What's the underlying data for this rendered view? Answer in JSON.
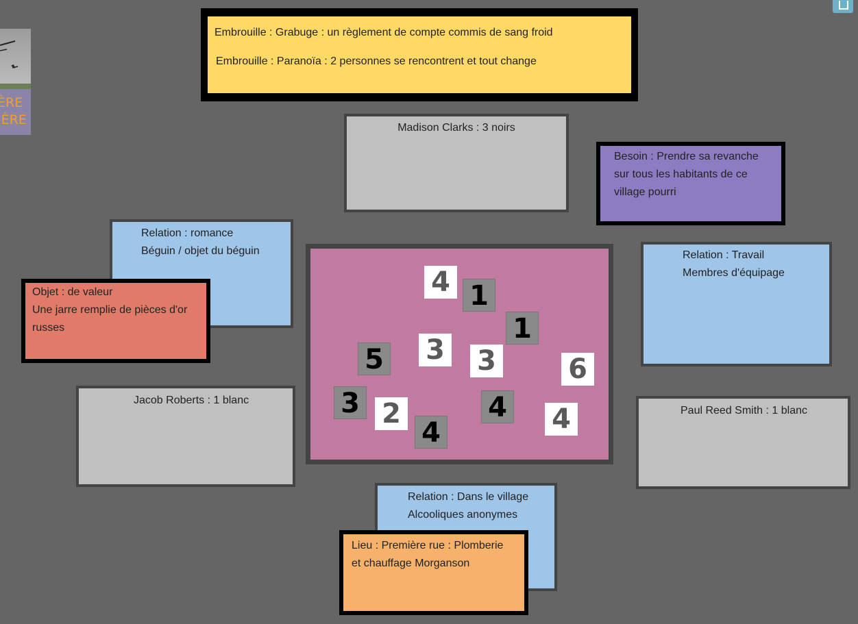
{
  "thumbnail": {
    "text_line1": "ÈRE",
    "text_line2": "IÈRE"
  },
  "embrouilles": {
    "line1": "Embrouille : Grabuge : un règlement de compte commis de sang froid",
    "line2": "Embrouille : Paranoïa : 2 personnes se rencontrent et tout change"
  },
  "cards": {
    "madison": "Madison Clarks : 3 noirs",
    "besoin": [
      "Besoin : Prendre sa revanche",
      "sur tous les habitants de ce",
      "village pourri"
    ],
    "relation_romance": [
      "Relation : romance",
      "Béguin / objet du béguin"
    ],
    "objet": [
      "Objet : de valeur",
      "Une jarre remplie de pièces d'or",
      "russes"
    ],
    "relation_travail": [
      "Relation : Travail",
      "Membres d'équipage"
    ],
    "jacob": "Jacob Roberts : 1 blanc",
    "paul": "Paul Reed Smith : 1 blanc",
    "relation_village": [
      "Relation : Dans le village",
      "Alcooliques anonymes"
    ],
    "lieu": [
      "Lieu : Première rue : Plomberie",
      "et chauffage Morganson"
    ]
  },
  "dice": [
    {
      "value": "4",
      "color": "white"
    },
    {
      "value": "1",
      "color": "gray"
    },
    {
      "value": "1",
      "color": "gray"
    },
    {
      "value": "5",
      "color": "gray"
    },
    {
      "value": "3",
      "color": "white"
    },
    {
      "value": "3",
      "color": "white"
    },
    {
      "value": "6",
      "color": "white"
    },
    {
      "value": "3",
      "color": "gray"
    },
    {
      "value": "2",
      "color": "white"
    },
    {
      "value": "4",
      "color": "gray"
    },
    {
      "value": "4",
      "color": "gray"
    },
    {
      "value": "4",
      "color": "white"
    }
  ]
}
